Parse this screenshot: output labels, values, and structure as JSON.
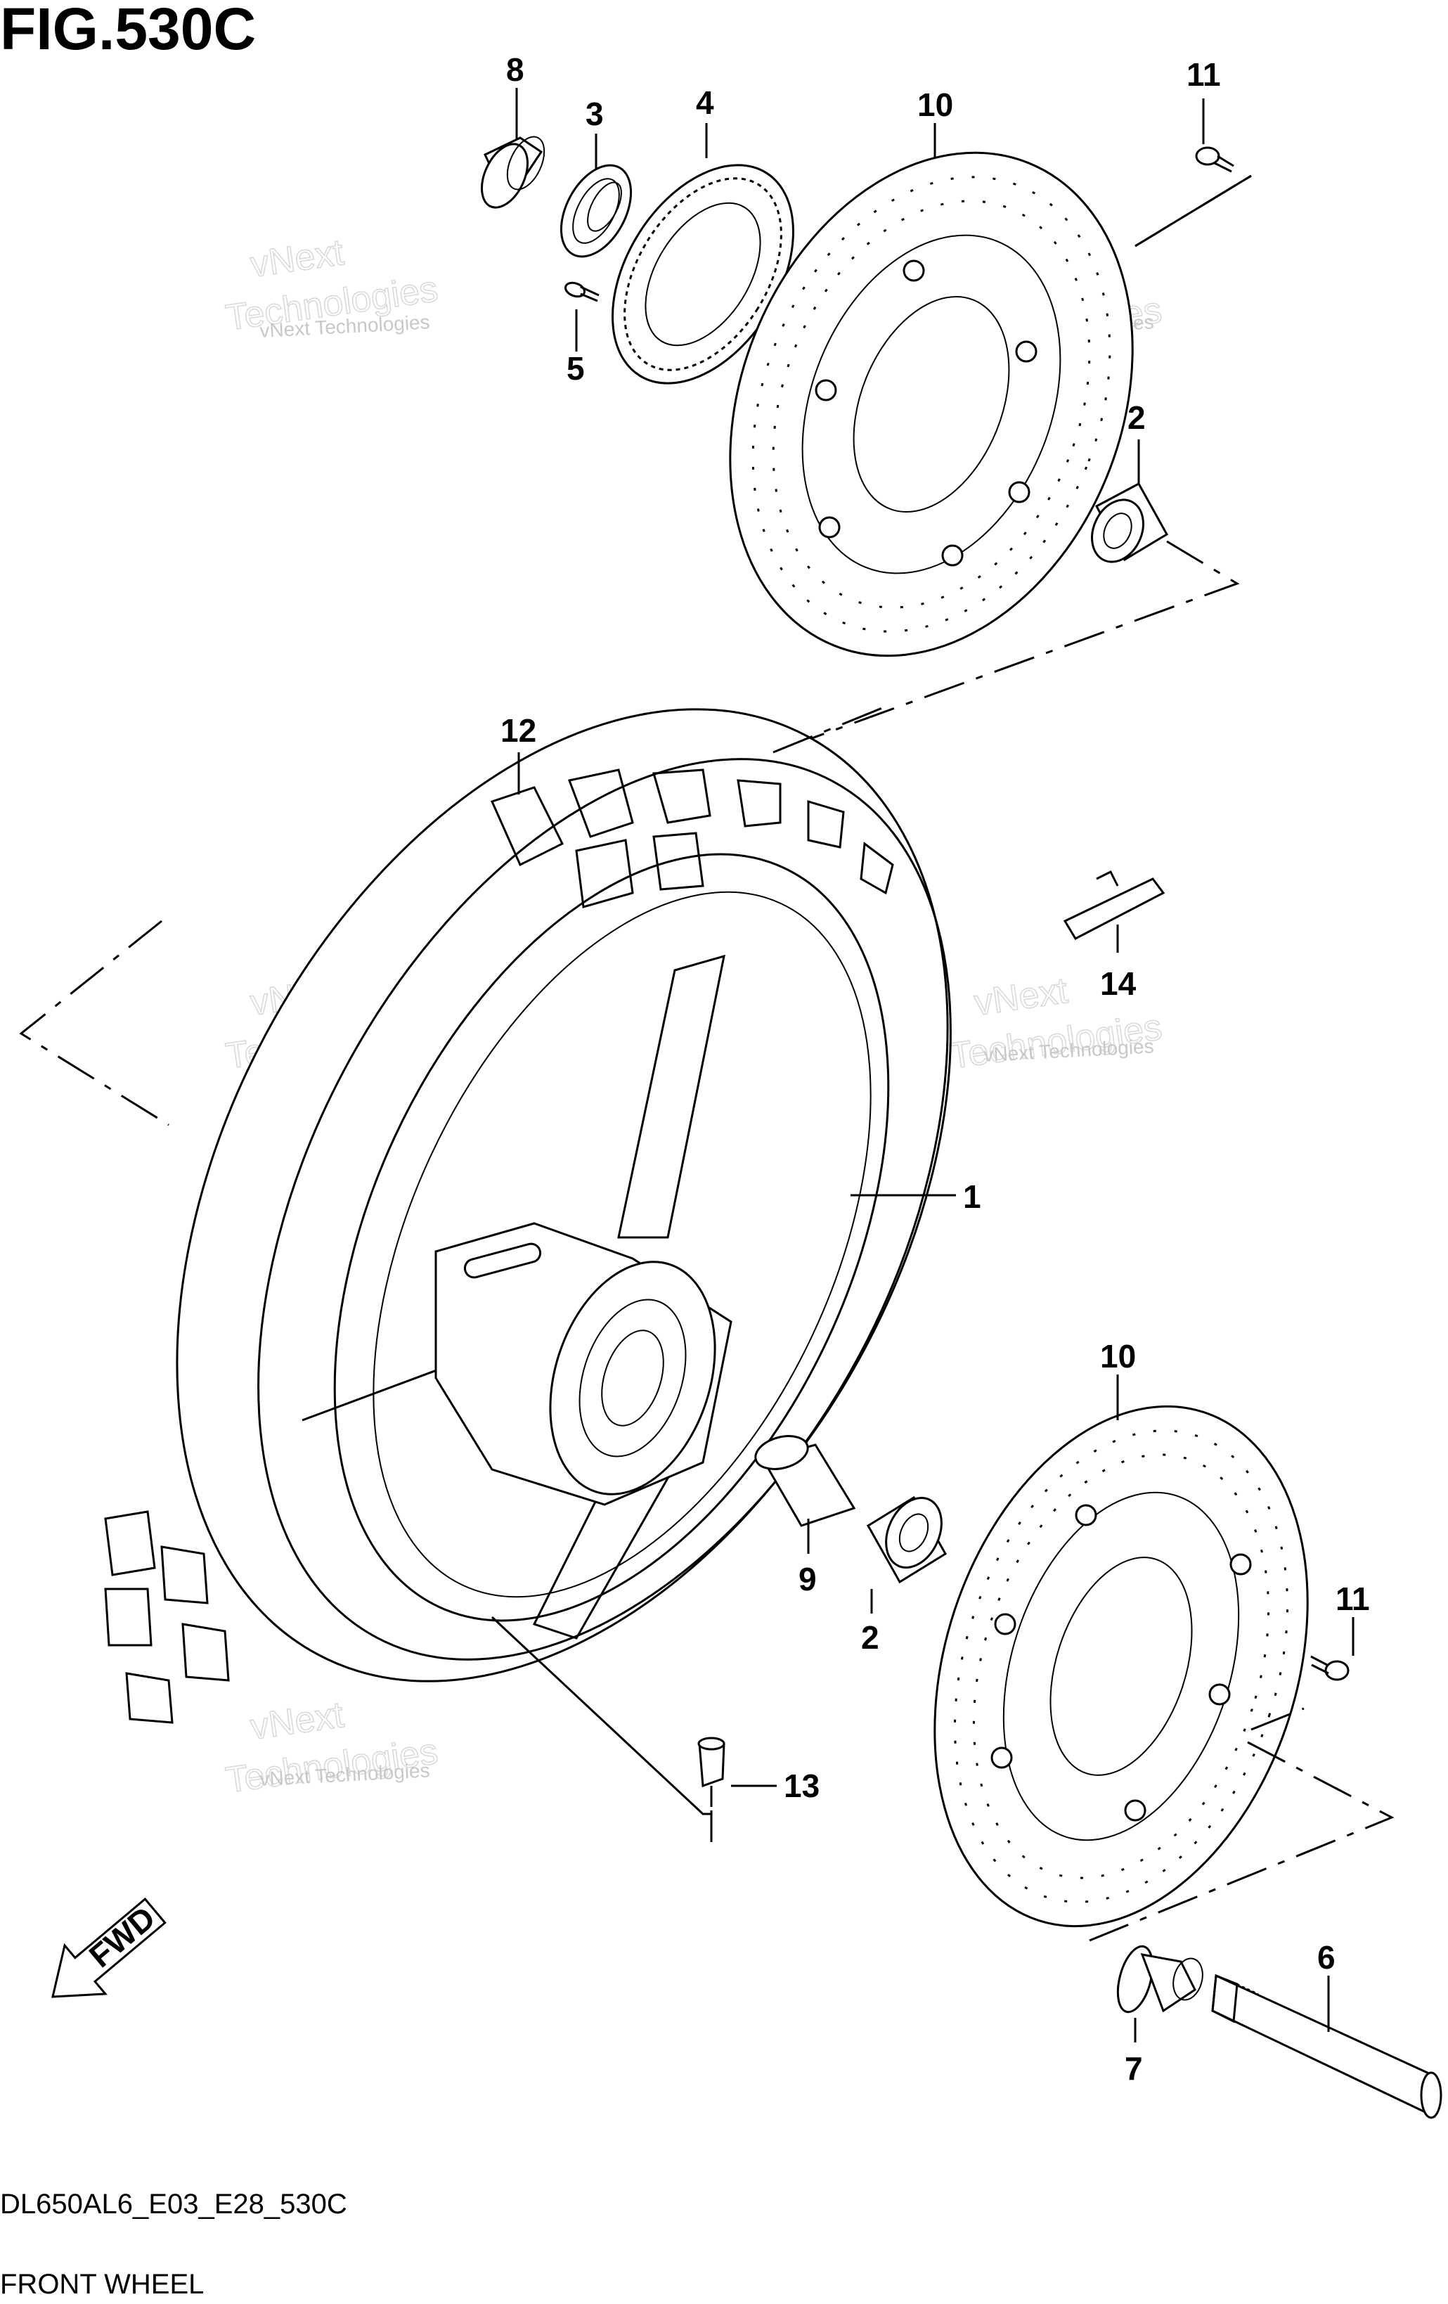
{
  "figure": {
    "title": "FIG.530C",
    "code": "DL650AL6_E03_E28_530C",
    "name": "FRONT WHEEL"
  },
  "fwd_label": "FWD",
  "watermark": {
    "line1": "vNext Technologies",
    "line2": "vNext",
    "line3": "Technologies"
  },
  "callouts": [
    {
      "id": "c8",
      "label": "8"
    },
    {
      "id": "c3",
      "label": "3"
    },
    {
      "id": "c4",
      "label": "4"
    },
    {
      "id": "c10a",
      "label": "10"
    },
    {
      "id": "c11a",
      "label": "11"
    },
    {
      "id": "c5",
      "label": "5"
    },
    {
      "id": "c2a",
      "label": "2"
    },
    {
      "id": "c12",
      "label": "12"
    },
    {
      "id": "c14",
      "label": "14"
    },
    {
      "id": "c1",
      "label": "1"
    },
    {
      "id": "c10b",
      "label": "10"
    },
    {
      "id": "c9",
      "label": "9"
    },
    {
      "id": "c2b",
      "label": "2"
    },
    {
      "id": "c11b",
      "label": "11"
    },
    {
      "id": "c13",
      "label": "13"
    },
    {
      "id": "c6",
      "label": "6"
    },
    {
      "id": "c7",
      "label": "7"
    }
  ]
}
